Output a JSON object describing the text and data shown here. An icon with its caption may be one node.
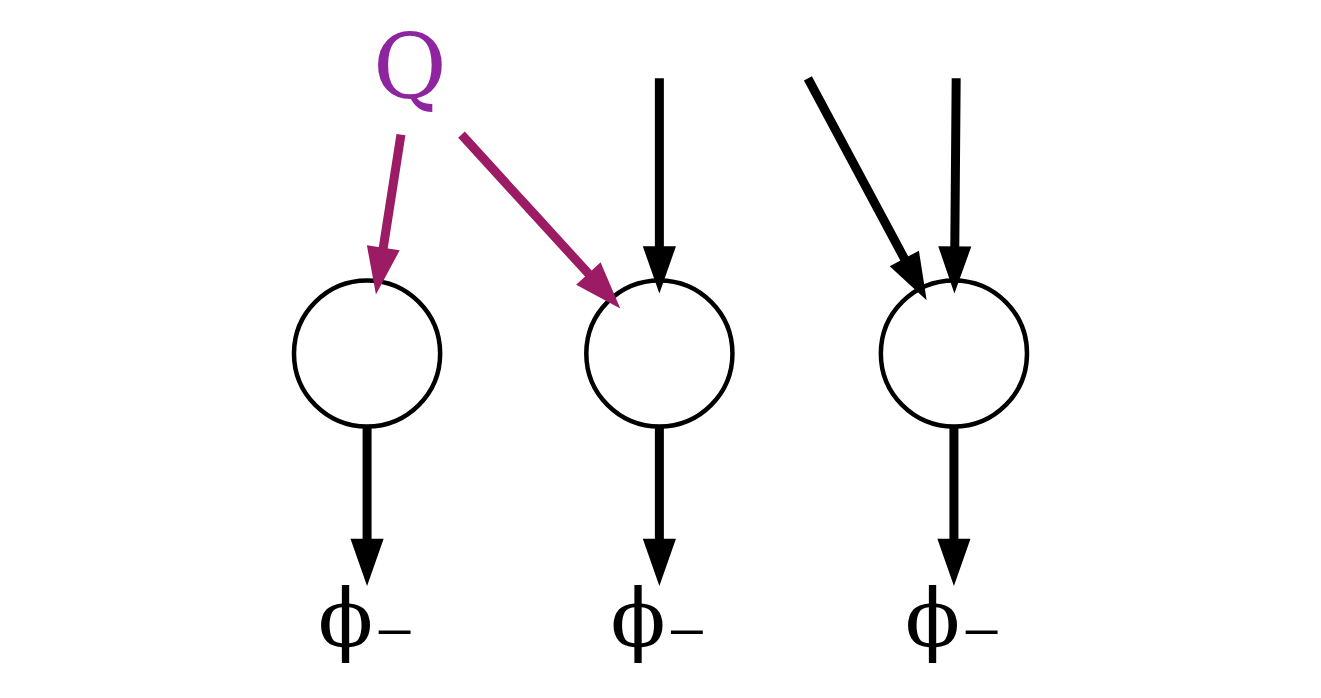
{
  "diagram": {
    "nodes": [
      {
        "text": [
          "Q"
        ]
      },
      {
        "text": [],
        "shape": "circle"
      },
      {
        "text": [],
        "shape": "circle"
      },
      {
        "text": [],
        "shape": "circle"
      },
      {
        "text": [
          "ϕ₋"
        ]
      },
      {
        "text": [
          "ϕ₋"
        ]
      },
      {
        "text": [
          "ϕ₋"
        ]
      }
    ],
    "edges": [
      {
        "from": 0,
        "to": 1,
        "arrow": "to",
        "color": "#9b1b64"
      },
      {
        "from": 0,
        "to": 2,
        "arrow": "to",
        "color": "#9b1b64"
      },
      {
        "from": 1,
        "to": 4,
        "arrow": "to"
      },
      {
        "from": 2,
        "to": 5,
        "arrow": "to"
      },
      {
        "from": null,
        "to": 2,
        "arrow": "to"
      },
      {
        "from": 3,
        "to": 6,
        "arrow": "to"
      },
      {
        "from": null,
        "to": 3,
        "arrow": "to"
      },
      {
        "from": null,
        "to": 3,
        "arrow": "to"
      }
    ]
  }
}
